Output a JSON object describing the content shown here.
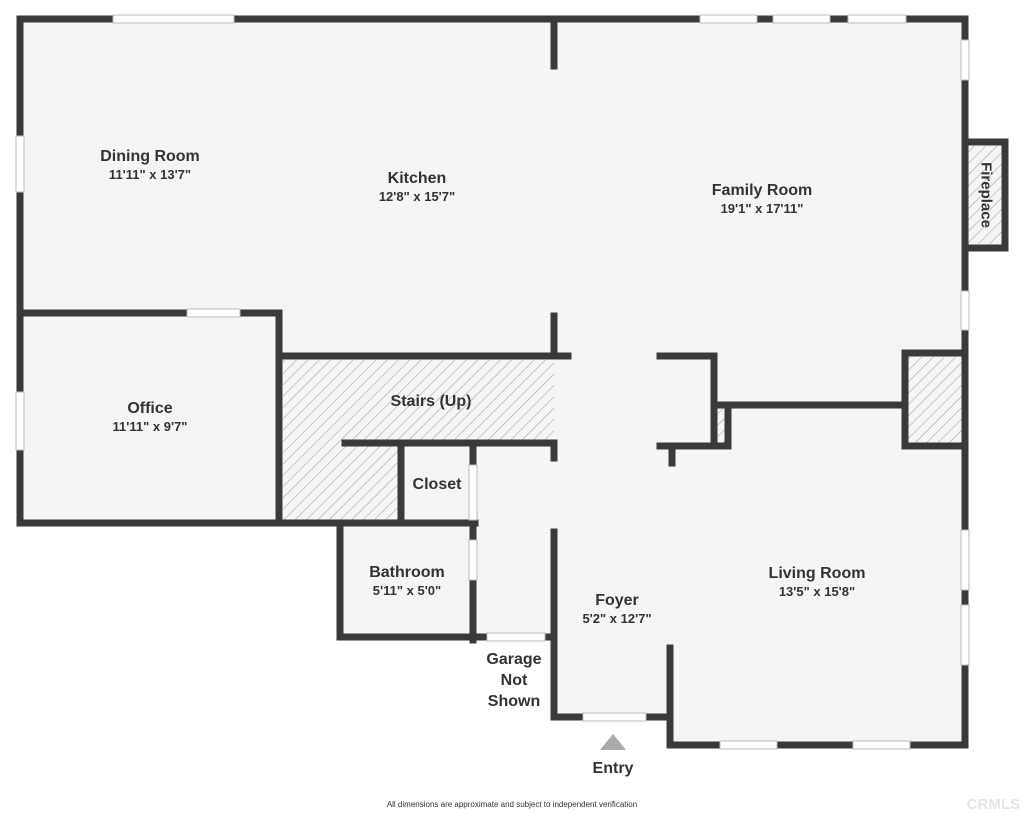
{
  "rooms": [
    {
      "name": "Dining Room",
      "dims": "11'11\" x 13'7\""
    },
    {
      "name": "Kitchen",
      "dims": "12'8\" x 15'7\""
    },
    {
      "name": "Family Room",
      "dims": "19'1\" x 17'11\""
    },
    {
      "name": "Office",
      "dims": "11'11\" x 9'7\""
    },
    {
      "name": "Stairs (Up)",
      "dims": ""
    },
    {
      "name": "Closet",
      "dims": ""
    },
    {
      "name": "Bathroom",
      "dims": "5'11\" x 5'0\""
    },
    {
      "name": "Foyer",
      "dims": "5'2\" x 12'7\""
    },
    {
      "name": "Living Room",
      "dims": "13'5\" x 15'8\""
    }
  ],
  "fireplace": "Fireplace",
  "garage": "Garage\nNot\nShown",
  "entry": "Entry",
  "disclaimer": "All dimensions are approximate and subject to independent verification",
  "watermark": "CRMLS",
  "colors": {
    "wall": "#3a3a3a",
    "floor": "#f5f5f5"
  }
}
